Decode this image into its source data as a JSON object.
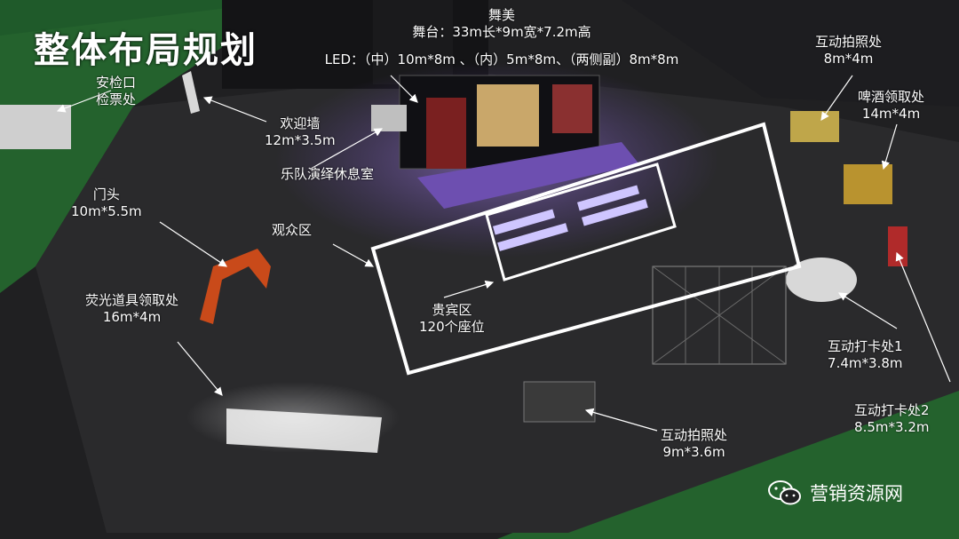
{
  "title": "整体布局规划",
  "stage": {
    "line1": "舞美",
    "line2": "舞台：33m长*9m宽*7.2m高",
    "line3": "LED：（中）10m*8m 、（内）5m*8m、（两侧副）8m*8m"
  },
  "checkin": {
    "line1": "安检口",
    "line2": "检票处"
  },
  "welcome_wall": {
    "name": "欢迎墙",
    "size": "12m*3.5m"
  },
  "band_lounge": {
    "name": "乐队演绎休息室"
  },
  "gate": {
    "name": "门头",
    "size": "10m*5.5m"
  },
  "audience": {
    "name": "观众区"
  },
  "glow_props": {
    "name": "荧光道具领取处",
    "size": "16m*4m"
  },
  "vip": {
    "name": "贵宾区",
    "seats": "120个座位"
  },
  "photo_top": {
    "name": "互动拍照处",
    "size": "8m*4m"
  },
  "beer": {
    "name": "啤酒领取处",
    "size": "14m*4m"
  },
  "checkpoint1": {
    "name": "互动打卡处1",
    "size": "7.4m*3.8m"
  },
  "checkpoint2": {
    "name": "互动打卡处2",
    "size": "8.5m*3.2m"
  },
  "photo_bottom": {
    "name": "互动拍照处",
    "size": "9m*3.6m"
  },
  "watermark": {
    "text": "营销资源网",
    "icon": "wechat-icon"
  },
  "colors": {
    "ground": "#2a2a2c",
    "grass": "#1f5a2a",
    "stage_glow": "#7a4fd6",
    "box": "#ffffff"
  }
}
